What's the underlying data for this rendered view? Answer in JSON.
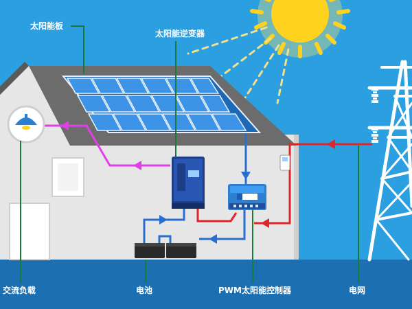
{
  "labels": {
    "solar_panel": "太阳能板",
    "inverter": "太阳能逆变器",
    "ac_load": "交流负载",
    "battery": "电池",
    "pwm_controller": "PWM太阳能控制器",
    "grid": "电网"
  },
  "colors": {
    "sky": "#2b9fe0",
    "house_wall": "#e6e6e6",
    "roof": "#6c6c6c",
    "panel": "#2a7fd6",
    "sun": "#ffd21f",
    "inverter": "#1d3e86",
    "controller": "#2d7fd0",
    "dc_wire": "#2a6fd0",
    "ac_wire": "#e0262a",
    "load_wire": "#e23ee8",
    "leader": "#1b7a3a",
    "ground": "#1c6fb0"
  },
  "icons": [
    "sun-icon",
    "solar-panel-icon",
    "inverter-icon",
    "controller-icon",
    "battery-icon",
    "lamp-icon",
    "power-tower-icon",
    "meter-icon"
  ]
}
